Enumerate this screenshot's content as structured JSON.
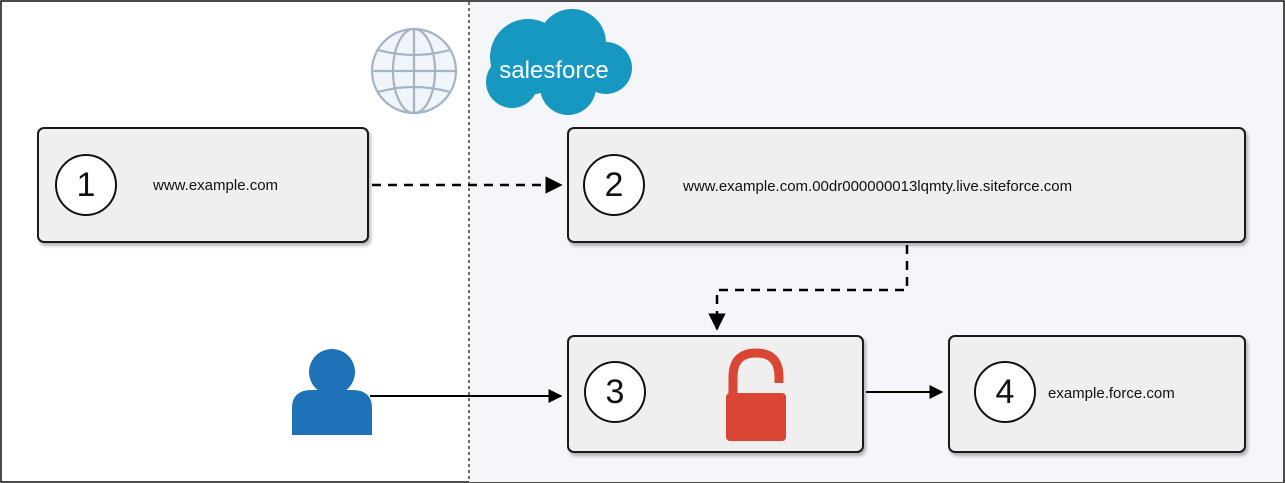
{
  "colors": {
    "salesforce_blue": "#1798c1",
    "user_blue": "#1f72b8",
    "lock_red": "#d94633",
    "salesforce_zone": "#f4f6fa",
    "box_fill": "#efefef"
  },
  "icons": {
    "globe": "globe-icon",
    "salesforce": "salesforce-cloud-logo",
    "user": "user-icon",
    "lock": "unlocked-padlock-icon"
  },
  "salesforce_logo_text": "salesforce",
  "nodes": [
    {
      "id": "1",
      "number": "1",
      "label": "www.example.com"
    },
    {
      "id": "2",
      "number": "2",
      "label": "www.example.com.00dr000000013lqmty.live.siteforce.com"
    },
    {
      "id": "3",
      "number": "3",
      "label": ""
    },
    {
      "id": "4",
      "number": "4",
      "label": "example.force.com"
    }
  ],
  "edges": [
    {
      "from": "1",
      "to": "2",
      "style": "dashed"
    },
    {
      "from": "2",
      "to": "3",
      "style": "dashed"
    },
    {
      "from": "user",
      "to": "3",
      "style": "solid"
    },
    {
      "from": "3",
      "to": "4",
      "style": "solid"
    }
  ]
}
